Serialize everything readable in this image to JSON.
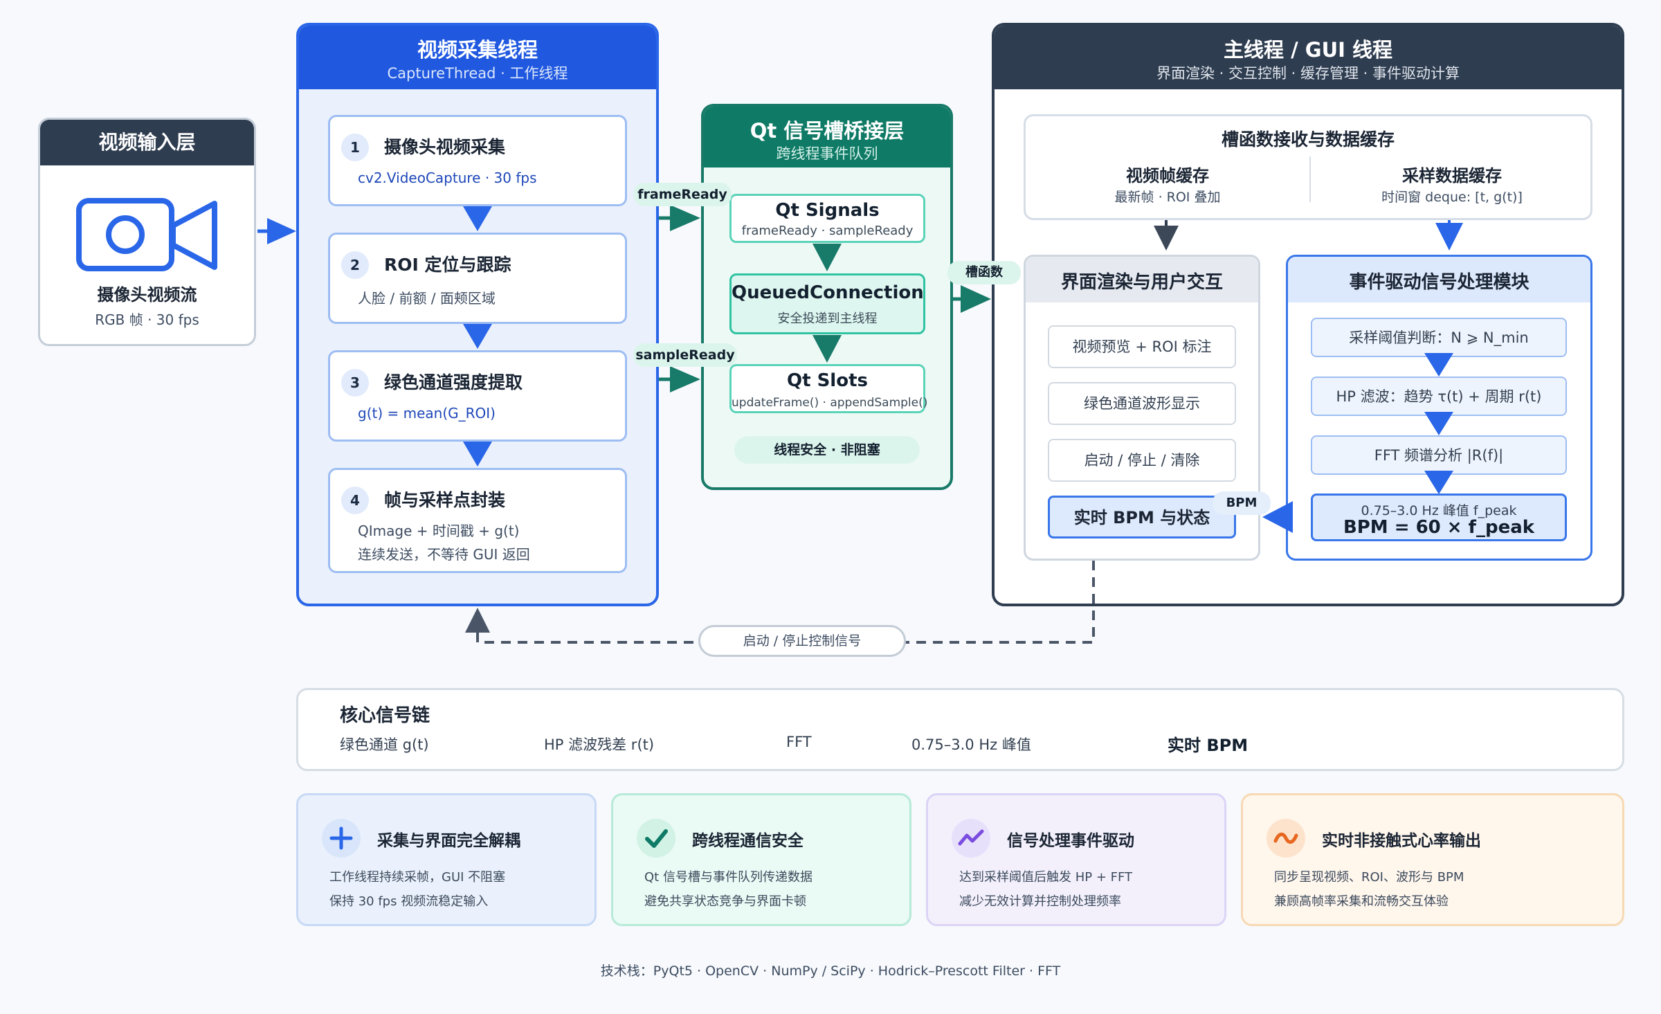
{
  "input": {
    "header": "视频输入层",
    "title": "摄像头视频流",
    "subtitle": "RGB 帧 · 30 fps"
  },
  "capture": {
    "header": "视频采集线程",
    "subheader": "CaptureThread · 工作线程",
    "steps": [
      {
        "num": "1",
        "title": "摄像头视频采集",
        "lines": [
          "cv2.VideoCapture · 30 fps"
        ]
      },
      {
        "num": "2",
        "title": "ROI 定位与跟踪",
        "lines": [
          "人脸 / 前额 / 面颊区域"
        ]
      },
      {
        "num": "3",
        "title": "绿色通道强度提取",
        "lines": [
          "g(t) = mean(G_ROI)"
        ]
      },
      {
        "num": "4",
        "title": "帧与采样点封装",
        "lines": [
          "QImage + 时间戳 + g(t)",
          "连续发送，不等待 GUI 返回"
        ]
      }
    ]
  },
  "qt": {
    "header": "Qt 信号槽桥接层",
    "subheader": "跨线程事件队列",
    "signals_title": "Qt Signals",
    "signals_sub": "frameReady · sampleReady",
    "queued_title": "QueuedConnection",
    "queued_sub": "安全投递到主线程",
    "slots_title": "Qt Slots",
    "slots_sub": "updateFrame() · appendSample()",
    "pill": "线程安全 · 非阻塞"
  },
  "connectors": {
    "frame_ready": "frameReady",
    "sample_ready": "sampleReady",
    "slot_fn": "槽函数",
    "bpm": "BPM",
    "control": "启动 / 停止控制信号"
  },
  "main": {
    "header": "主线程 / GUI 线程",
    "subheader": "界面渲染 · 交互控制 · 缓存管理 · 事件驱动计算",
    "cache_title": "槽函数接收与数据缓存",
    "frame_cache_title": "视频帧缓存",
    "frame_cache_sub": "最新帧 · ROI 叠加",
    "sample_cache_title": "采样数据缓存",
    "sample_cache_sub": "时间窗 deque: [t, g(t)]",
    "ui_title": "界面渲染与用户交互",
    "ui_items": [
      "视频预览 + ROI 标注",
      "绿色通道波形显示",
      "启动 / 停止 / 清除"
    ],
    "ui_bpm": "实时 BPM 与状态",
    "sp_title": "事件驱动信号处理模块",
    "sp_items": [
      "采样阈值判断：N ⩾ N_min",
      "HP 滤波：趋势 τ(t) + 周期 r(t)",
      "FFT 频谱分析 |R(f)|"
    ],
    "sp_final_line1": "0.75–3.0 Hz 峰值 f_peak",
    "sp_final_line2": "BPM = 60 × f_peak"
  },
  "chain": {
    "title": "核心信号链",
    "items": [
      "绿色通道 g(t)",
      "HP 滤波残差 r(t)",
      "FFT",
      "0.75–3.0 Hz 峰值",
      "实时 BPM"
    ]
  },
  "cards": [
    {
      "title": "采集与界面完全解耦",
      "lines": [
        "工作线程持续采帧，GUI 不阻塞",
        "保持 30 fps 视频流稳定输入"
      ],
      "icon": "plus-icon",
      "color": "#2a66e8"
    },
    {
      "title": "跨线程通信安全",
      "lines": [
        "Qt 信号槽与事件队列传递数据",
        "避免共享状态竞争与界面卡顿"
      ],
      "icon": "check-icon",
      "color": "#0f7a65"
    },
    {
      "title": "信号处理事件驱动",
      "lines": [
        "达到采样阈值后触发 HP + FFT",
        "减少无效计算并控制处理频率"
      ],
      "icon": "trend-icon",
      "color": "#7a4de0"
    },
    {
      "title": "实时非接触式心率输出",
      "lines": [
        "同步呈现视频、ROI、波形与 BPM",
        "兼顾高帧率采集和流畅交互体验"
      ],
      "icon": "wave-icon",
      "color": "#e8671f"
    }
  ],
  "footer": "技术栈：PyQt5 · OpenCV · NumPy / SciPy · Hodrick–Prescott Filter · FFT"
}
